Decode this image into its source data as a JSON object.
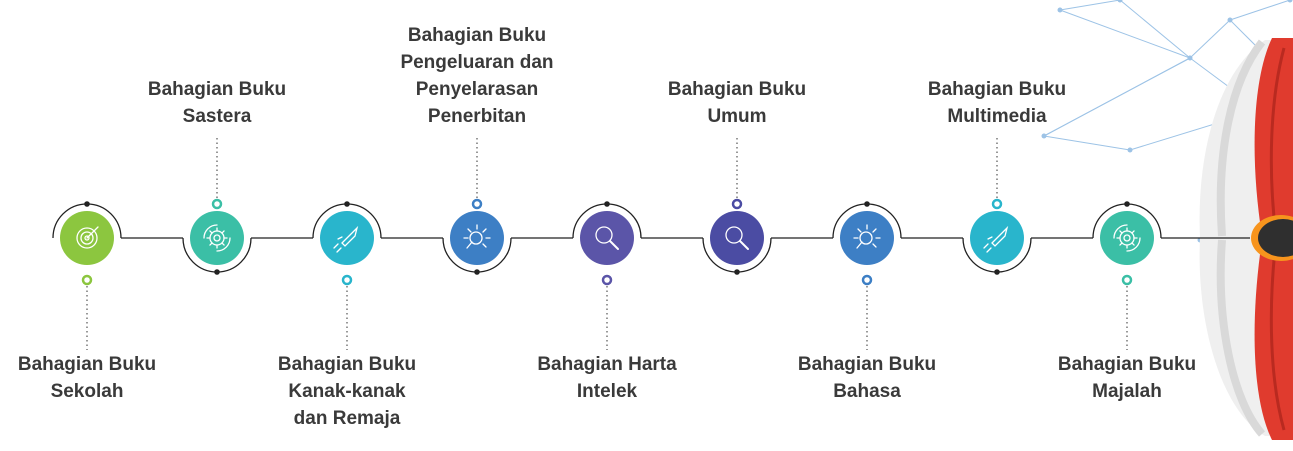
{
  "steps": [
    {
      "lines": [
        "Bahagian Buku",
        "Sekolah"
      ],
      "color": "#8cc63f",
      "icon": "target-icon",
      "position": "bottom"
    },
    {
      "lines": [
        "Bahagian Buku",
        "Sastera"
      ],
      "color": "#3bbfa6",
      "icon": "gear-icon",
      "position": "top"
    },
    {
      "lines": [
        "Bahagian Buku",
        "Kanak-kanak",
        "dan Remaja"
      ],
      "color": "#29b5cc",
      "icon": "rocket-icon",
      "position": "bottom"
    },
    {
      "lines": [
        "Bahagian Buku",
        "Pengeluaran dan",
        "Penyelarasan",
        "Penerbitan"
      ],
      "color": "#3d7fc5",
      "icon": "lightbulb-icon",
      "position": "top"
    },
    {
      "lines": [
        "Bahagian Harta",
        "Intelek"
      ],
      "color": "#5b55a8",
      "icon": "magnifier-icon",
      "position": "bottom"
    },
    {
      "lines": [
        "Bahagian Buku",
        "Umum"
      ],
      "color": "#4b4ca3",
      "icon": "magnifier-icon",
      "position": "top"
    },
    {
      "lines": [
        "Bahagian Buku",
        "Bahasa"
      ],
      "color": "#3d7fc5",
      "icon": "lightbulb-icon",
      "position": "bottom"
    },
    {
      "lines": [
        "Bahagian Buku",
        "Multimedia"
      ],
      "color": "#29b5cc",
      "icon": "rocket-icon",
      "position": "top"
    },
    {
      "lines": [
        "Bahagian Buku",
        "Majalah"
      ],
      "color": "#3bbfa6",
      "icon": "gear-icon",
      "position": "bottom"
    }
  ],
  "colors": {
    "line": "#222222",
    "connector_dots": "#555555",
    "label_text": "#3a3a3a",
    "network": "#9dc3e6",
    "book_red": "#e03b2e",
    "book_page": "#d9d9d9",
    "book_center": "#2f2f2f",
    "book_center_ring": "#f7941d"
  }
}
